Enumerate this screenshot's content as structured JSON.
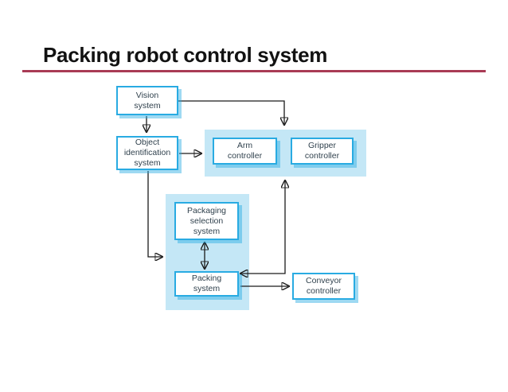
{
  "slide": {
    "title": "Packing robot control system",
    "title_color": "#121212",
    "rule_color": "#a93b55",
    "background": "#ffffff"
  },
  "diagram": {
    "type": "block-diagram",
    "accent_border_color": "#29abe2",
    "region_fill_color": "#c4e7f6",
    "box_shadow_color": "rgba(41,171,226,0.45)",
    "connector_color": "#1a1a1a",
    "nodes": {
      "vision": {
        "label": "Vision\nsystem"
      },
      "object_identification": {
        "label": "Object\nidentification\nsystem"
      },
      "arm": {
        "label": "Arm\ncontroller"
      },
      "gripper": {
        "label": "Gripper\ncontroller"
      },
      "packaging_selection": {
        "label": "Packaging\nselection\nsystem"
      },
      "packing": {
        "label": "Packing\nsystem"
      },
      "conveyor": {
        "label": "Conveyor\ncontroller"
      }
    },
    "regions": [
      {
        "name": "robot_controller_region",
        "contains": [
          "arm",
          "gripper"
        ]
      },
      {
        "name": "packing_region",
        "contains": [
          "packaging_selection",
          "packing"
        ]
      }
    ],
    "connections": [
      {
        "from": "vision",
        "to": "object_identification",
        "arrow": "single"
      },
      {
        "from": "vision",
        "to": "robot_controller_region",
        "arrow": "single"
      },
      {
        "from": "object_identification",
        "to": "robot_controller_region",
        "arrow": "single"
      },
      {
        "from": "object_identification",
        "to": "packing_region",
        "arrow": "single"
      },
      {
        "from": "packaging_selection",
        "to": "packing",
        "arrow": "double"
      },
      {
        "from": "packing",
        "to": "robot_controller_region",
        "arrow": "double"
      },
      {
        "from": "packing",
        "to": "conveyor",
        "arrow": "single"
      }
    ]
  }
}
